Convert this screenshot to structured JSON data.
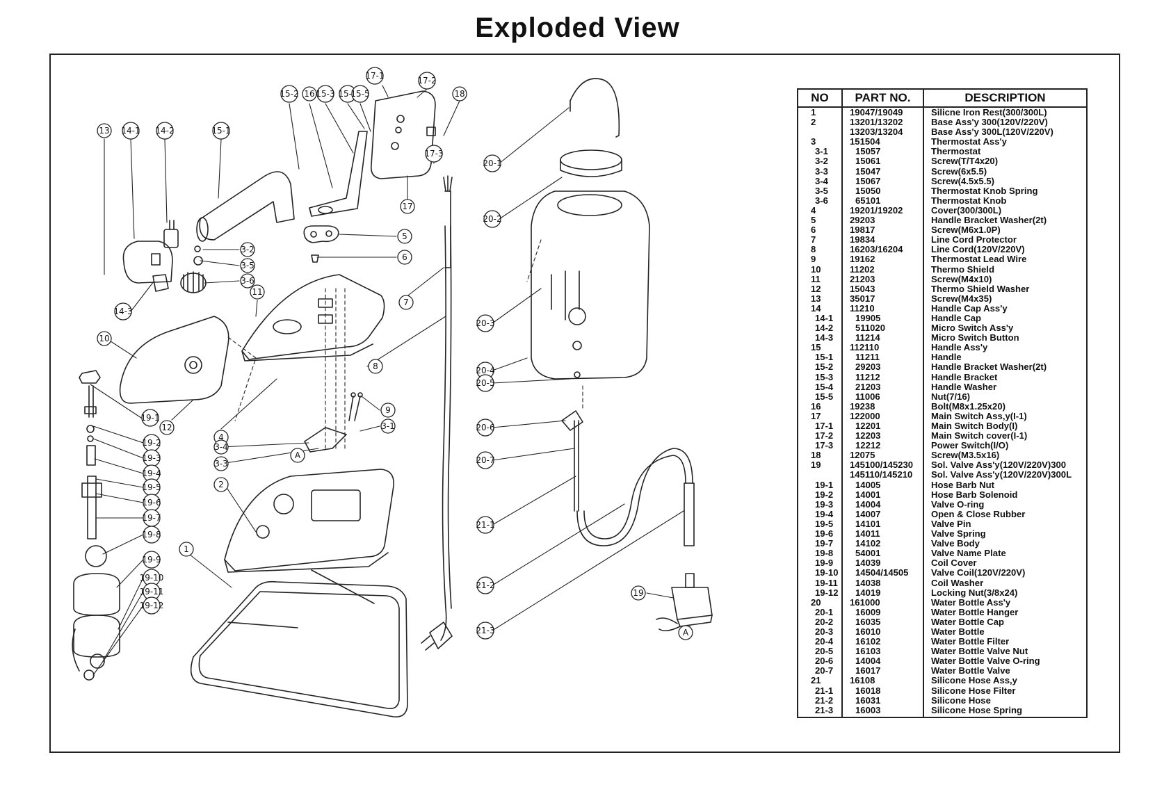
{
  "title": "Exploded View",
  "table": {
    "headers": [
      "NO",
      "PART NO.",
      "DESCRIPTION"
    ],
    "rows": [
      [
        "1",
        "19047/19049",
        "Silicne Iron Rest(300/300L)"
      ],
      [
        "2",
        "13201/13202",
        "Base Ass'y 300(120V/220V)"
      ],
      [
        "",
        "13203/13204",
        "Base Ass'y 300L(120V/220V)"
      ],
      [
        "3",
        "151504",
        "Thermostat Ass'y"
      ],
      [
        "3-1",
        "15057",
        "Thermostat"
      ],
      [
        "3-2",
        "15061",
        "Screw(T/T4x20)"
      ],
      [
        "3-3",
        "15047",
        "Screw(6x5.5)"
      ],
      [
        "3-4",
        "15067",
        "Screw(4.5x5.5)"
      ],
      [
        "3-5",
        "15050",
        "Thermostat Knob Spring"
      ],
      [
        "3-6",
        "65101",
        "Thermostat Knob"
      ],
      [
        "4",
        "19201/19202",
        "Cover(300/300L)"
      ],
      [
        "5",
        "29203",
        "Handle Bracket Washer(2t)"
      ],
      [
        "6",
        "19817",
        "Screw(M6x1.0P)"
      ],
      [
        "7",
        "19834",
        "Line Cord Protector"
      ],
      [
        "8",
        "16203/16204",
        "Line Cord(120V/220V)"
      ],
      [
        "9",
        "19162",
        "Thermostat Lead Wire"
      ],
      [
        "10",
        "11202",
        "Thermo Shield"
      ],
      [
        "11",
        "21203",
        "Screw(M4x10)"
      ],
      [
        "12",
        "15043",
        "Thermo Shield Washer"
      ],
      [
        "13",
        "35017",
        "Screw(M4x35)"
      ],
      [
        "14",
        "11210",
        "Handle Cap Ass'y"
      ],
      [
        "14-1",
        "19905",
        "Handle Cap"
      ],
      [
        "14-2",
        "511020",
        "Micro Switch Ass'y"
      ],
      [
        "14-3",
        "11214",
        "Micro Switch Button"
      ],
      [
        "15",
        "112110",
        "Handle Ass'y"
      ],
      [
        "15-1",
        "11211",
        "Handle"
      ],
      [
        "15-2",
        "29203",
        "Handle Bracket Washer(2t)"
      ],
      [
        "15-3",
        "11212",
        "Handle Bracket"
      ],
      [
        "15-4",
        "21203",
        "Handle Washer"
      ],
      [
        "15-5",
        "11006",
        "Nut(7/16)"
      ],
      [
        "16",
        "19238",
        "Bolt(M8x1.25x20)"
      ],
      [
        "17",
        "122000",
        "Main Switch Ass,y(I-1)"
      ],
      [
        "17-1",
        "12201",
        "Main Switch Body(I)"
      ],
      [
        "17-2",
        "12203",
        "Main Switch cover(I-1)"
      ],
      [
        "17-3",
        "12212",
        "Power Switch(I/O)"
      ],
      [
        "18",
        "12075",
        "Screw(M3.5x16)"
      ],
      [
        "19",
        "145100/145230",
        "Sol. Valve Ass'y(120V/220V)300"
      ],
      [
        "",
        "145110/145210",
        "Sol. Valve Ass'y(120V/220V)300L"
      ],
      [
        "19-1",
        "14005",
        "Hose Barb Nut"
      ],
      [
        "19-2",
        "14001",
        "Hose Barb Solenoid"
      ],
      [
        "19-3",
        "14004",
        "Valve O-ring"
      ],
      [
        "19-4",
        "14007",
        "Open & Close Rubber"
      ],
      [
        "19-5",
        "14101",
        "Valve Pin"
      ],
      [
        "19-6",
        "14011",
        "Valve Spring"
      ],
      [
        "19-7",
        "14102",
        "Valve Body"
      ],
      [
        "19-8",
        "54001",
        "Valve Name Plate"
      ],
      [
        "19-9",
        "14039",
        "Coil Cover"
      ],
      [
        "19-10",
        "14504/14505",
        "Valve Coil(120V/220V)"
      ],
      [
        "19-11",
        "14038",
        "Coil Washer"
      ],
      [
        "19-12",
        "14019",
        "Locking Nut(3/8x24)"
      ],
      [
        "20",
        "161000",
        "Water Bottle Ass'y"
      ],
      [
        "20-1",
        "16009",
        "Water Bottle Hanger"
      ],
      [
        "20-2",
        "16035",
        "Water Bottle Cap"
      ],
      [
        "20-3",
        "16010",
        "Water Bottle"
      ],
      [
        "20-4",
        "16102",
        "Water Bottle Filter"
      ],
      [
        "20-5",
        "16103",
        "Water Bottle Valve Nut"
      ],
      [
        "20-6",
        "14004",
        "Water Bottle Valve O-ring"
      ],
      [
        "20-7",
        "16017",
        "Water Bottle Valve"
      ],
      [
        "21",
        "16108",
        "Silicone Hose Ass,y"
      ],
      [
        "21-1",
        "16018",
        "Silicone Hose Filter"
      ],
      [
        "21-2",
        "16031",
        "Silicone Hose"
      ],
      [
        "21-3",
        "16003",
        "Silicone Hose Spring"
      ]
    ]
  },
  "callouts": [
    {
      "label": "13"
    },
    {
      "label": "14-1"
    },
    {
      "label": "14-2"
    },
    {
      "label": "15-1"
    },
    {
      "label": "15-2"
    },
    {
      "label": "16"
    },
    {
      "label": "15-3"
    },
    {
      "label": "15-4"
    },
    {
      "label": "15-5"
    },
    {
      "label": "17-1"
    },
    {
      "label": "17-2"
    },
    {
      "label": "18"
    },
    {
      "label": "17-3"
    },
    {
      "label": "17"
    },
    {
      "label": "3-2"
    },
    {
      "label": "3-5"
    },
    {
      "label": "3-6"
    },
    {
      "label": "11"
    },
    {
      "label": "5"
    },
    {
      "label": "6"
    },
    {
      "label": "7"
    },
    {
      "label": "14-3"
    },
    {
      "label": "10"
    },
    {
      "label": "8"
    },
    {
      "label": "19-1"
    },
    {
      "label": "12"
    },
    {
      "label": "9"
    },
    {
      "label": "3-1"
    },
    {
      "label": "4"
    },
    {
      "label": "3-4"
    },
    {
      "label": "3-3"
    },
    {
      "label": "19-2"
    },
    {
      "label": "19-3"
    },
    {
      "label": "19-4"
    },
    {
      "label": "2"
    },
    {
      "label": "19-5"
    },
    {
      "label": "19-6"
    },
    {
      "label": "19-7"
    },
    {
      "label": "19-8"
    },
    {
      "label": "19-9"
    },
    {
      "label": "1"
    },
    {
      "label": "19-10"
    },
    {
      "label": "19-11"
    },
    {
      "label": "19-12"
    },
    {
      "label": "20-1"
    },
    {
      "label": "20-2"
    },
    {
      "label": "20-3"
    },
    {
      "label": "20-4"
    },
    {
      "label": "20-5"
    },
    {
      "label": "20-6"
    },
    {
      "label": "20-7"
    },
    {
      "label": "21-1"
    },
    {
      "label": "21-2"
    },
    {
      "label": "21-3"
    },
    {
      "label": "19"
    },
    {
      "label": "A"
    },
    {
      "label": "A"
    }
  ]
}
